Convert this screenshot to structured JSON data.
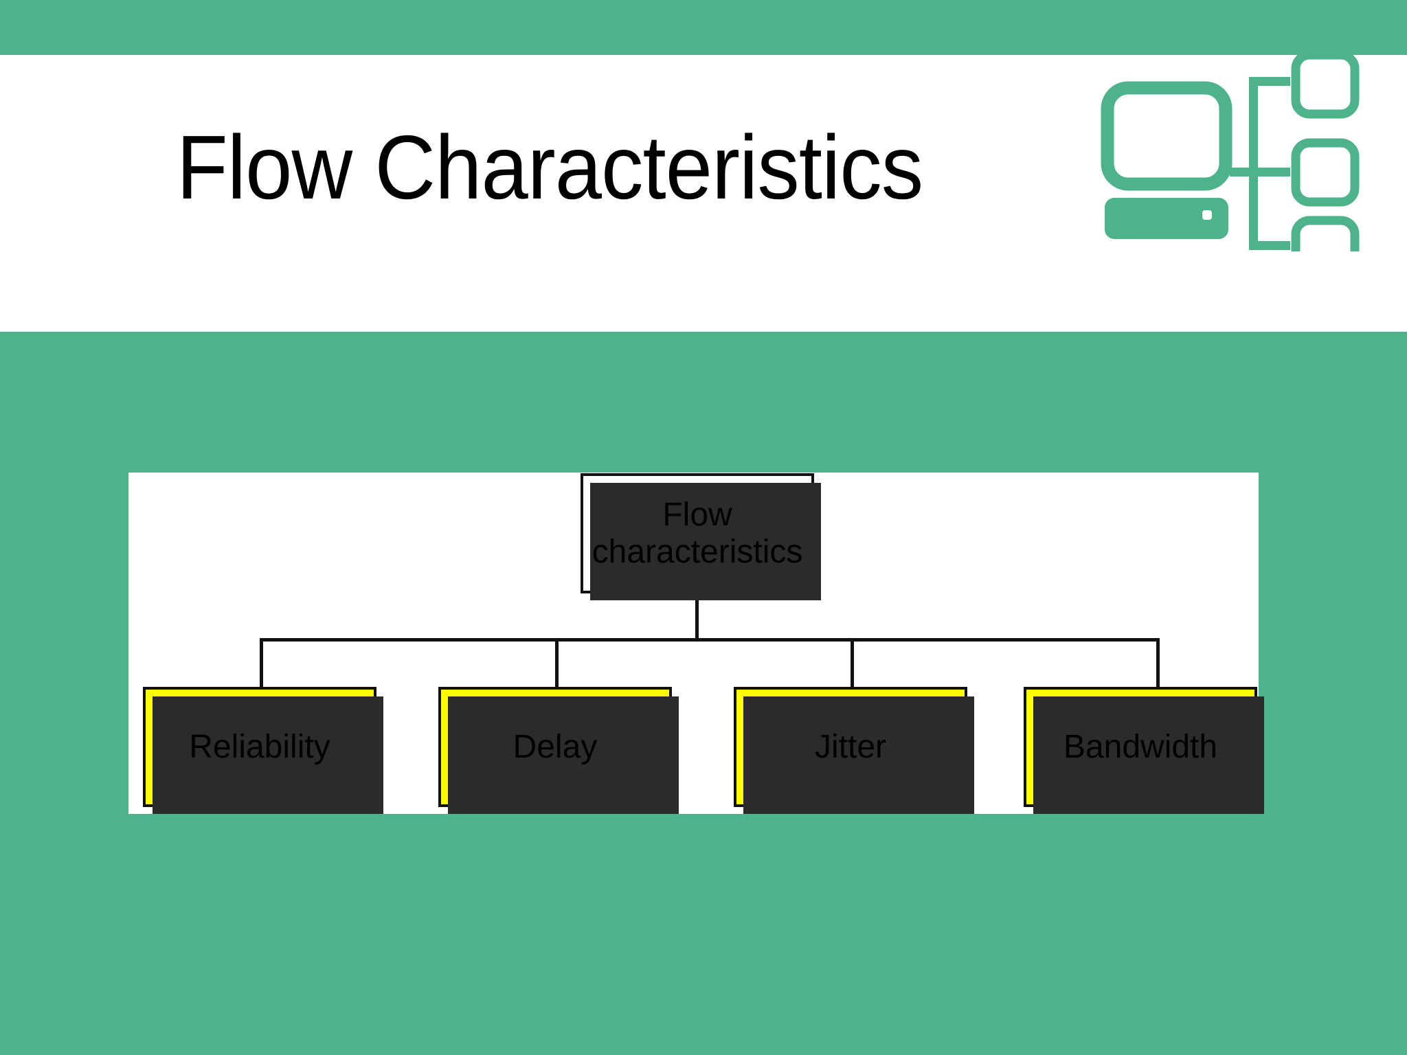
{
  "slide": {
    "title": "Flow Characteristics",
    "background_color": "#4cb38b",
    "band_color": "#ffffff"
  },
  "logo": {
    "name": "network-topology-logo",
    "color": "#4cb38b"
  },
  "diagram": {
    "panel_color": "#ffffff",
    "root": {
      "line1": "Flow",
      "line2": "characteristics",
      "fill": "#ffffff",
      "border": "#111111"
    },
    "leaves": [
      {
        "label": "Reliability",
        "fill": "#ffff00",
        "border": "#111111"
      },
      {
        "label": "Delay",
        "fill": "#ffff00",
        "border": "#111111"
      },
      {
        "label": "Jitter",
        "fill": "#ffff00",
        "border": "#111111"
      },
      {
        "label": "Bandwidth",
        "fill": "#ffff00",
        "border": "#111111"
      }
    ]
  },
  "chart_data": {
    "type": "diagram",
    "title": "Flow characteristics",
    "root": "Flow characteristics",
    "children": [
      "Reliability",
      "Delay",
      "Jitter",
      "Bandwidth"
    ]
  }
}
